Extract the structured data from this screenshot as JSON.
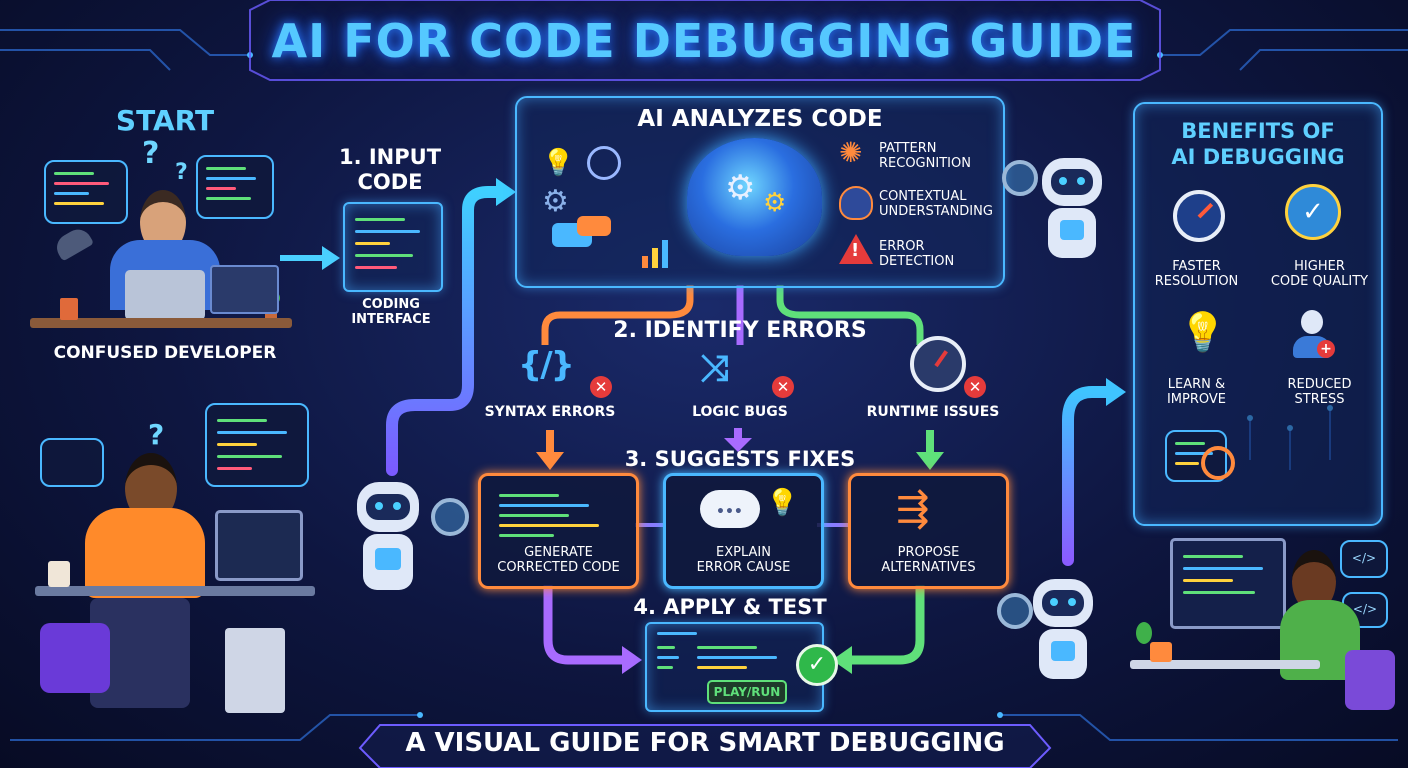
{
  "title": "AI FOR CODE DEBUGGING GUIDE",
  "footer": "A VISUAL GUIDE FOR SMART DEBUGGING",
  "start": {
    "heading": "START",
    "caption": "CONFUSED DEVELOPER"
  },
  "step1": {
    "heading_line1": "1. INPUT",
    "heading_line2": "CODE",
    "caption_line1": "CODING",
    "caption_line2": "INTERFACE"
  },
  "analysis": {
    "heading": "AI ANALYZES CODE",
    "items": [
      {
        "line1": "PATTERN",
        "line2": "RECOGNITION"
      },
      {
        "line1": "CONTEXTUAL",
        "line2": "UNDERSTANDING"
      },
      {
        "line1": "ERROR",
        "line2": "DETECTION"
      }
    ]
  },
  "step2": {
    "heading": "2. IDENTIFY ERRORS",
    "errors": [
      "SYNTAX ERRORS",
      "LOGIC BUGS",
      "RUNTIME ISSUES"
    ]
  },
  "step3": {
    "heading": "3. SUGGESTS FIXES",
    "fixes": [
      {
        "line1": "GENERATE",
        "line2": "CORRECTED CODE"
      },
      {
        "line1": "EXPLAIN",
        "line2": "ERROR CAUSE"
      },
      {
        "line1": "PROPOSE",
        "line2": "ALTERNATIVES"
      }
    ]
  },
  "step4": {
    "heading": "4. APPLY & TEST",
    "button": "PLAY/RUN"
  },
  "benefits": {
    "heading_line1": "BENEFITS OF",
    "heading_line2": "AI  DEBUGGING",
    "items": [
      {
        "line1": "FASTER",
        "line2": "RESOLUTION"
      },
      {
        "line1": "HIGHER",
        "line2": "CODE QUALITY"
      },
      {
        "line1": "LEARN &",
        "line2": "IMPROVE"
      },
      {
        "line1": "REDUCED",
        "line2": "STRESS"
      }
    ]
  },
  "icons": [
    "question-icon",
    "laptop-icon",
    "brain-gears-icon",
    "robot-icon",
    "magnifier-icon",
    "warning-icon",
    "curly-code-icon",
    "shuffle-icon",
    "stopwatch-icon",
    "x-circle-icon",
    "thought-cloud-icon",
    "lightbulb-icon",
    "split-arrow-icon",
    "check-circle-icon",
    "badge-check-icon",
    "person-plus-icon"
  ],
  "colors": {
    "accent_blue": "#4ab8ff",
    "orange": "#ff8a3d",
    "purple": "#a86bff",
    "green": "#5fe07a",
    "error_red": "#e53b3b"
  }
}
